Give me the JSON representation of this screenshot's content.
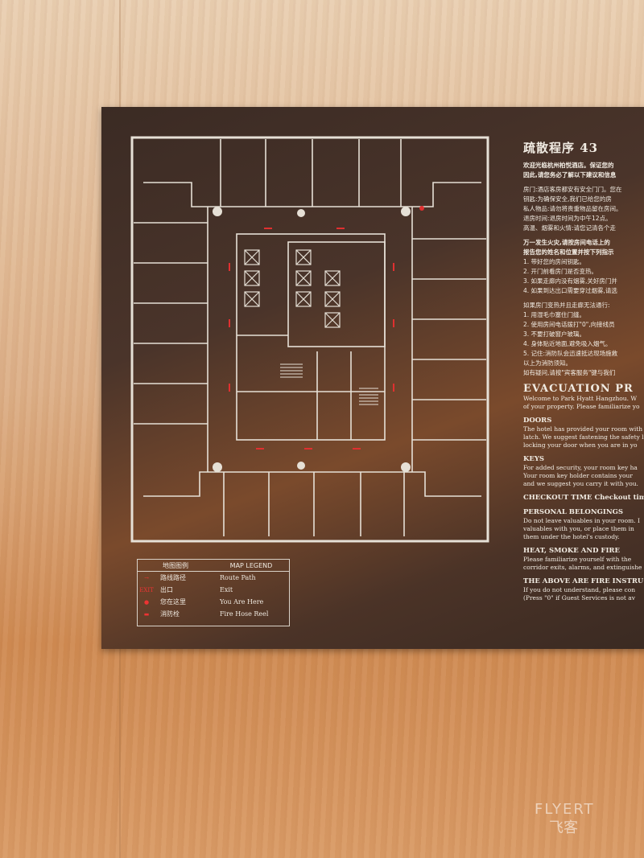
{
  "sign": {
    "title_zh": "疏散程序 43",
    "intro_zh": [
      "欢迎光临杭州柏悦酒店。保证您的",
      "因此,请您务必了解以下建议和信息"
    ],
    "rules_zh": [
      "房门:酒店客房都安有安全门门。您在",
      "钥匙:为确保安全,我们已给您的房",
      "私人物品:请勿将贵重物品留在房间。",
      "退房时间:退房时间为中午12点。",
      "高温、烟雾和火情:请您记清各个走"
    ],
    "fire_intro_zh": [
      "万一发生火灾,请按房间电话上的",
      "报告您的姓名和位置并按下列指示"
    ],
    "fire_steps_zh": [
      "1. 带好您的房间钥匙。",
      "2. 开门前看房门是否变热。",
      "3. 如果走廊内没有烟雾,关好房门并",
      "4. 如果到达出口需要穿过烟雾,请选"
    ],
    "hot_door_intro_zh": "如果房门变热并且走廊无法通行:",
    "hot_door_steps_zh": [
      "1. 用湿毛巾塞住门缝。",
      "2. 使用房间电话拨打\"0\",向接线员",
      "3. 不要打破窗户玻璃。",
      "4. 身体贴近地面,避免吸入烟气。",
      "5. 记住:消防队会迅速抵达现场施救"
    ],
    "outro_zh": [
      "以上为消防须知。",
      "如有疑问,请按\"宾客服务\"键与我们"
    ],
    "title_en": "EVACUATION PR",
    "intro_en": [
      "Welcome to Park Hyatt Hangzhou. W",
      "of your property. Please familiarize yo"
    ],
    "sections_en": [
      {
        "heading": "DOORS",
        "lines": [
          "The hotel has provided your room with",
          "latch. We suggest fastening the safety la",
          "locking your door when you are in yo"
        ]
      },
      {
        "heading": "KEYS",
        "lines": [
          "For added security, your room key ha",
          "Your room key holder contains your",
          "and we suggest you carry it with you."
        ]
      },
      {
        "heading": "CHECKOUT TIME Checkout time",
        "lines": []
      },
      {
        "heading": "PERSONAL BELONGINGS",
        "lines": [
          "Do not leave valuables in your room. I",
          "valuables with you, or place them in",
          "them under the hotel's custody."
        ]
      },
      {
        "heading": "HEAT, SMOKE AND FIRE",
        "lines": [
          "Please familiarize yourself with the",
          "corridor exits, alarms, and extinguishe"
        ]
      },
      {
        "heading": "THE ABOVE ARE FIRE INSTRU",
        "lines": [
          "If you do not understand, please con",
          "(Press \"0\" if Guest Services is not av"
        ]
      }
    ]
  },
  "legend": {
    "header_zh": "地图图例",
    "header_en": "MAP LEGEND",
    "items": [
      {
        "zh": "路线路径",
        "en": "Route Path",
        "icon": "route-arrow-icon",
        "symbol": "→"
      },
      {
        "zh": "出口",
        "en": "Exit",
        "icon": "exit-sign-icon",
        "symbol": "EXIT"
      },
      {
        "zh": "您在这里",
        "en": "You Are Here",
        "icon": "you-are-here-icon",
        "symbol": "●"
      },
      {
        "zh": "消防栓",
        "en": "Fire Hose Reel",
        "icon": "fire-hose-icon",
        "symbol": "▬"
      }
    ]
  },
  "watermark": {
    "text": "FLYERT",
    "sub": "飞客"
  },
  "colors": {
    "board": "#3f2d25",
    "lines": "#e6e0d6",
    "accent": "#e03030",
    "wall": "#e9c8a6"
  }
}
